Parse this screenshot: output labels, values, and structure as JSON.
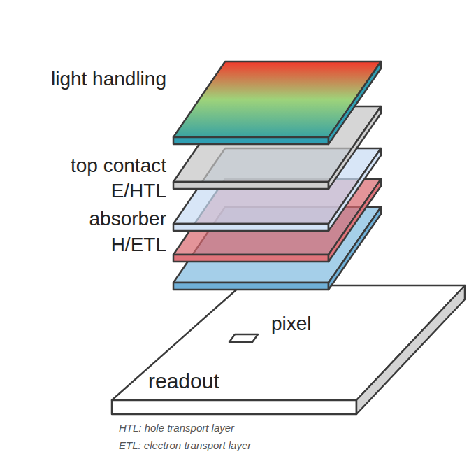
{
  "diagram": {
    "nodes": [
      {
        "text": [
          "readout"
        ]
      }
    ],
    "labels": [
      "light handling",
      "top contact",
      "E/HTL",
      "absorber",
      "H/ETL",
      "pixel",
      "HTL: hole transport layer",
      "ETL: electron transport layer"
    ]
  }
}
